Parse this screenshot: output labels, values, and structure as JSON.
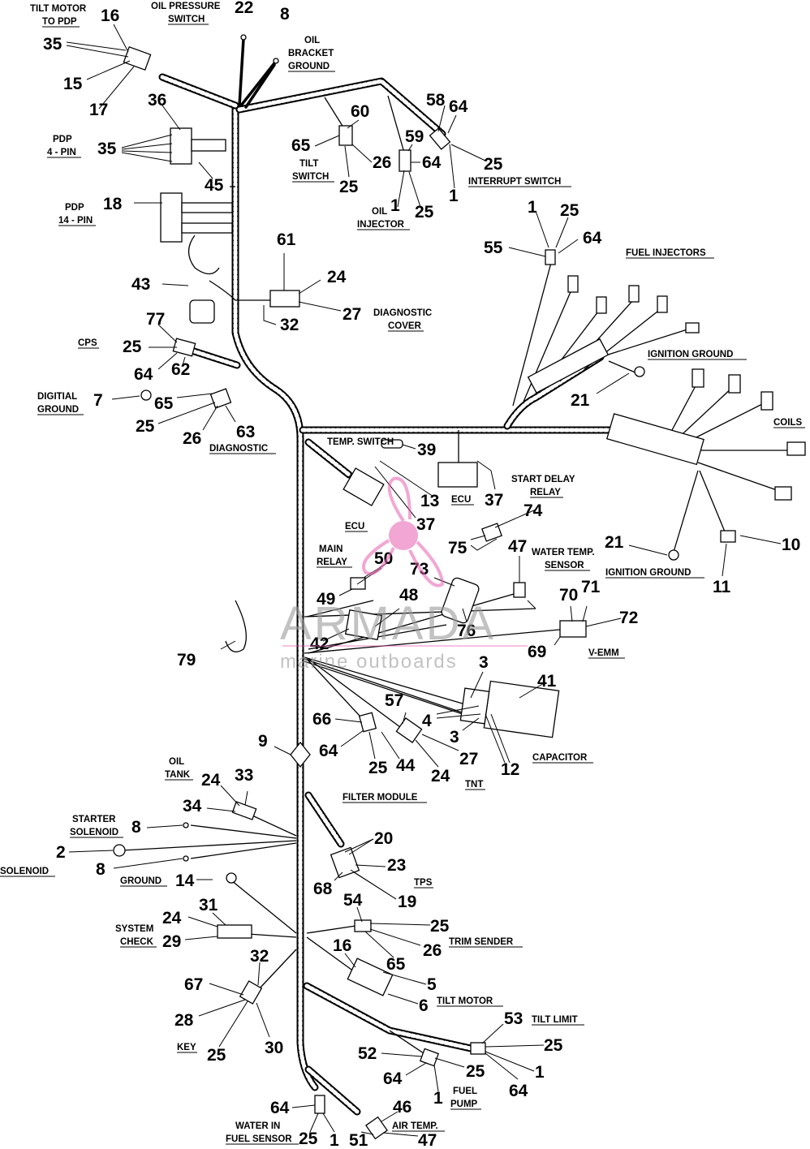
{
  "labels": {
    "tilt_motor_to_pdp": [
      "TILT MOTOR",
      "TO PDP"
    ],
    "oil_pressure_switch": [
      "OIL PRESSURE",
      "SWITCH"
    ],
    "oil_bracket_ground": [
      "OIL",
      "BRACKET",
      "GROUND"
    ],
    "pdp_4_pin": [
      "PDP",
      "4 - PIN"
    ],
    "pdp_14_pin": [
      "PDP",
      "14 - PIN"
    ],
    "tilt_switch": [
      "TILT",
      "SWITCH"
    ],
    "oil_injector": [
      "OIL",
      "INJECTOR"
    ],
    "interrupt_switch": "INTERRUPT SWITCH",
    "fuel_injectors": "FUEL INJECTORS",
    "diagnostic_cover": [
      "DIAGNOSTIC",
      "COVER"
    ],
    "cps": "CPS",
    "ignition_ground_top": "IGNITION GROUND",
    "digitial_ground": [
      "DIGITIAL",
      "GROUND"
    ],
    "diagnostic": "DIAGNOSTIC",
    "coils": "COILS",
    "temp_switch": "TEMP. SWITCH",
    "ecu_top": "ECU",
    "start_delay_relay": [
      "START DELAY",
      "RELAY"
    ],
    "ecu_left": "ECU",
    "main_relay": [
      "MAIN",
      "RELAY"
    ],
    "water_temp_sensor": [
      "WATER TEMP.",
      "SENSOR"
    ],
    "ignition_ground_bottom": "IGNITION GROUND",
    "v_emm": "V-EMM",
    "capacitor": "CAPACITOR",
    "tnt": "TNT",
    "oil_tank": [
      "OIL",
      "TANK"
    ],
    "filter_module": "FILTER MODULE",
    "starter_solenoid": [
      "STARTER",
      "SOLENOID"
    ],
    "solenoid": "SOLENOID",
    "ground": "GROUND",
    "tps": "TPS",
    "system_check": [
      "SYSTEM",
      "CHECK"
    ],
    "trim_sender": "TRIM SENDER",
    "tilt_motor": "TILT MOTOR",
    "tilt_limit": "TILT LIMIT",
    "key": "KEY",
    "fuel_pump": [
      "FUEL",
      "PUMP"
    ],
    "water_in_fuel_sensor": [
      "WATER IN",
      "FUEL SENSOR"
    ],
    "air_temp": "AIR TEMP."
  },
  "callouts": [
    "16",
    "22",
    "8",
    "35",
    "15",
    "17",
    "36",
    "60",
    "58",
    "64",
    "35",
    "65",
    "26",
    "59",
    "64",
    "25",
    "25",
    "45",
    "25",
    "1",
    "1",
    "18",
    "1",
    "25",
    "55",
    "64",
    "61",
    "24",
    "43",
    "27",
    "32",
    "77",
    "25",
    "64",
    "62",
    "21",
    "7",
    "65",
    "25",
    "26",
    "63",
    "39",
    "13",
    "37",
    "37",
    "74",
    "75",
    "21",
    "10",
    "11",
    "47",
    "50",
    "73",
    "49",
    "48",
    "70",
    "71",
    "72",
    "76",
    "42",
    "79",
    "69",
    "3",
    "41",
    "57",
    "66",
    "4",
    "3",
    "12",
    "64",
    "25",
    "44",
    "24",
    "27",
    "9",
    "24",
    "33",
    "34",
    "8",
    "20",
    "2",
    "23",
    "8",
    "14",
    "68",
    "19",
    "54",
    "24",
    "31",
    "25",
    "29",
    "26",
    "65",
    "16",
    "5",
    "32",
    "67",
    "6",
    "28",
    "25",
    "30",
    "53",
    "25",
    "52",
    "25",
    "1",
    "64",
    "1",
    "64",
    "46",
    "64",
    "25",
    "1",
    "51",
    "47"
  ],
  "watermark": {
    "brand": "ARMADA",
    "tagline": "marine outboards",
    "color": "#e85fb0"
  }
}
